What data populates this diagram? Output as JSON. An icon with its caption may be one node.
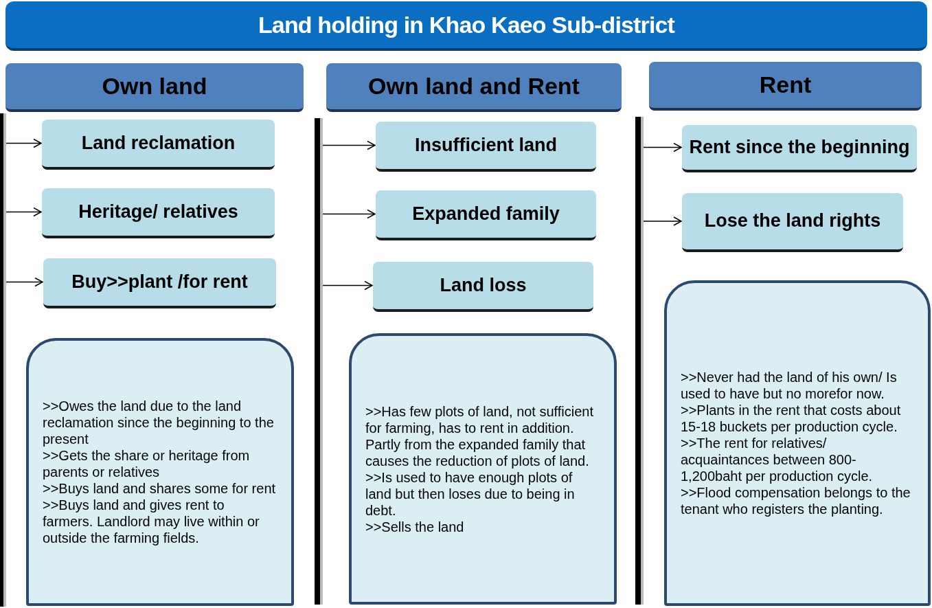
{
  "diagram": {
    "nodes": [
      {
        "text": [
          "Land holding in Khao Kaeo Sub-district"
        ]
      },
      {
        "text": [
          "Own land"
        ]
      },
      {
        "text": [],
        "shape": "bar"
      },
      {
        "text": [
          "Land reclamation"
        ]
      },
      {
        "text": [
          "Heritage/ relatives"
        ]
      },
      {
        "text": [
          "Buy>>plant /for rent"
        ]
      },
      {
        "text": [
          ">>Owes the land due to the land reclamation since the beginning to the present",
          ">>Gets the share or heritage from parents or relatives",
          ">>Buys land and shares some for rent",
          ">>Buys land and gives rent to farmers. Landlord may live within or outside the farming fields."
        ]
      },
      {
        "text": [
          "Own land and Rent"
        ]
      },
      {
        "text": [],
        "shape": "bar"
      },
      {
        "text": [
          "Insufficient land"
        ]
      },
      {
        "text": [
          "Expanded family"
        ]
      },
      {
        "text": [
          "Land loss"
        ]
      },
      {
        "text": [
          ">>Has few plots of land, not sufficient for farming, has to rent in addition.  Partly from the expanded family that causes the reduction of plots of land.",
          ">>Is used to have enough plots of land but then loses due to being in debt.",
          ">>Sells the land"
        ]
      },
      {
        "text": [
          "Rent"
        ]
      },
      {
        "text": [],
        "shape": "bar"
      },
      {
        "text": [
          "Rent since the beginning"
        ]
      },
      {
        "text": [
          "Lose the land rights"
        ]
      },
      {
        "text": [
          ">>Never had the land of his own/ Is used to have but no morefor now.",
          ">>Plants in the rent that costs about 15-18 buckets per production cycle.",
          ">>The rent for relatives/ acquaintances between 800-1,200baht per production cycle.",
          ">>Flood compensation belongs to the tenant who registers the planting."
        ]
      }
    ],
    "edges": [
      {
        "from": 2,
        "to": 3,
        "arrow": "to"
      },
      {
        "from": 2,
        "to": 4,
        "arrow": "to"
      },
      {
        "from": 2,
        "to": 5,
        "arrow": "to"
      },
      {
        "from": 8,
        "to": 9,
        "arrow": "to"
      },
      {
        "from": 8,
        "to": 10,
        "arrow": "to"
      },
      {
        "from": 8,
        "to": 11,
        "arrow": "to"
      },
      {
        "from": 14,
        "to": 15,
        "arrow": "to"
      },
      {
        "from": 14,
        "to": 16,
        "arrow": "to"
      }
    ]
  }
}
